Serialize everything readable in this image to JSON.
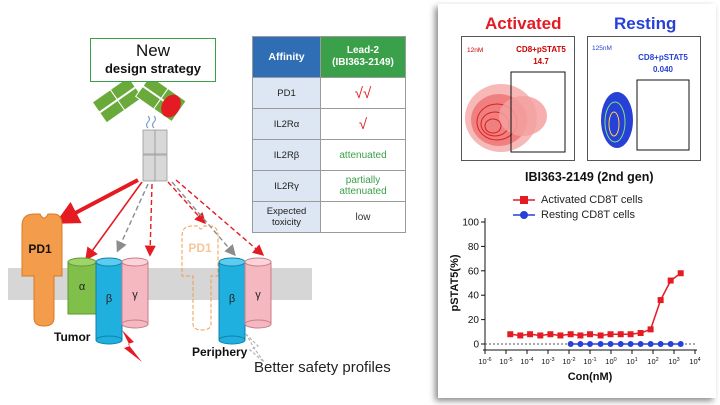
{
  "design_box": {
    "line1": "New",
    "line2": "design strategy"
  },
  "table": {
    "header": {
      "col1": "Affinity",
      "col2_line1": "Lead-2",
      "col2_line2": "(IBI363-2149)"
    },
    "rows": [
      {
        "key": "PD1",
        "value": "√√",
        "color": "#e41b23"
      },
      {
        "key": "IL2Rα",
        "value": "√",
        "color": "#e41b23"
      },
      {
        "key": "IL2Rβ",
        "value": "attenuated",
        "color": "#3aa14a"
      },
      {
        "key_line1": "IL2Rγ",
        "value_line1": "partially",
        "value_line2": "attenuated",
        "color": "#3aa14a"
      },
      {
        "key_line1": "Expected",
        "key_line2": "toxicity",
        "value": "low",
        "color": "#333333"
      }
    ]
  },
  "diagram": {
    "pd1_label": "PD1",
    "pd1_periphery_label": "PD1",
    "alpha": "α",
    "beta": "β",
    "gamma": "γ",
    "tumor_label": "Tumor",
    "periphery_label": "Periphery",
    "safety_text": "Better safety profiles"
  },
  "flow": {
    "activated_title": "Activated",
    "resting_title": "Resting",
    "activated": {
      "conc": "12nM",
      "gate_label": "CD8+pSTAT5",
      "gate_value": "14.7"
    },
    "resting": {
      "conc": "125nM",
      "gate_label": "CD8+pSTAT5",
      "gate_value": "0.040"
    }
  },
  "chart_data": {
    "type": "line",
    "title": "IBI363-2149 (2nd gen)",
    "xlabel": "Con(nM)",
    "ylabel": "pSTAT5(%)",
    "xscale": "log",
    "xlim": [
      1e-06,
      10000.0
    ],
    "ylim": [
      0,
      100
    ],
    "yticks": [
      0,
      20,
      40,
      60,
      80,
      100
    ],
    "xtick_exponents": [
      -6,
      -5,
      -4,
      -3,
      -2,
      -1,
      0,
      1,
      2,
      3,
      4
    ],
    "legend_position": "top-left",
    "series": [
      {
        "name": "Activated CD8T cells",
        "color": "#e41b23",
        "marker": "square",
        "x": [
          1.6e-05,
          4.8e-05,
          0.00014,
          0.00043,
          0.0013,
          0.0039,
          0.012,
          0.035,
          0.1,
          0.32,
          0.95,
          2.9,
          8.6,
          25.7,
          77,
          231,
          694,
          2083
        ],
        "y": [
          8,
          7,
          8,
          7,
          8,
          7,
          8,
          7,
          8,
          7,
          8,
          8,
          8,
          9,
          12,
          36,
          52,
          58
        ]
      },
      {
        "name": "Resting CD8T cells",
        "color": "#2741d6",
        "marker": "circle",
        "x": [
          0.012,
          0.035,
          0.1,
          0.32,
          0.95,
          2.9,
          8.6,
          25.7,
          77,
          231,
          694,
          2083
        ],
        "y": [
          0,
          0,
          0,
          0,
          0,
          0,
          0,
          0,
          0,
          0,
          0,
          0
        ]
      }
    ]
  }
}
